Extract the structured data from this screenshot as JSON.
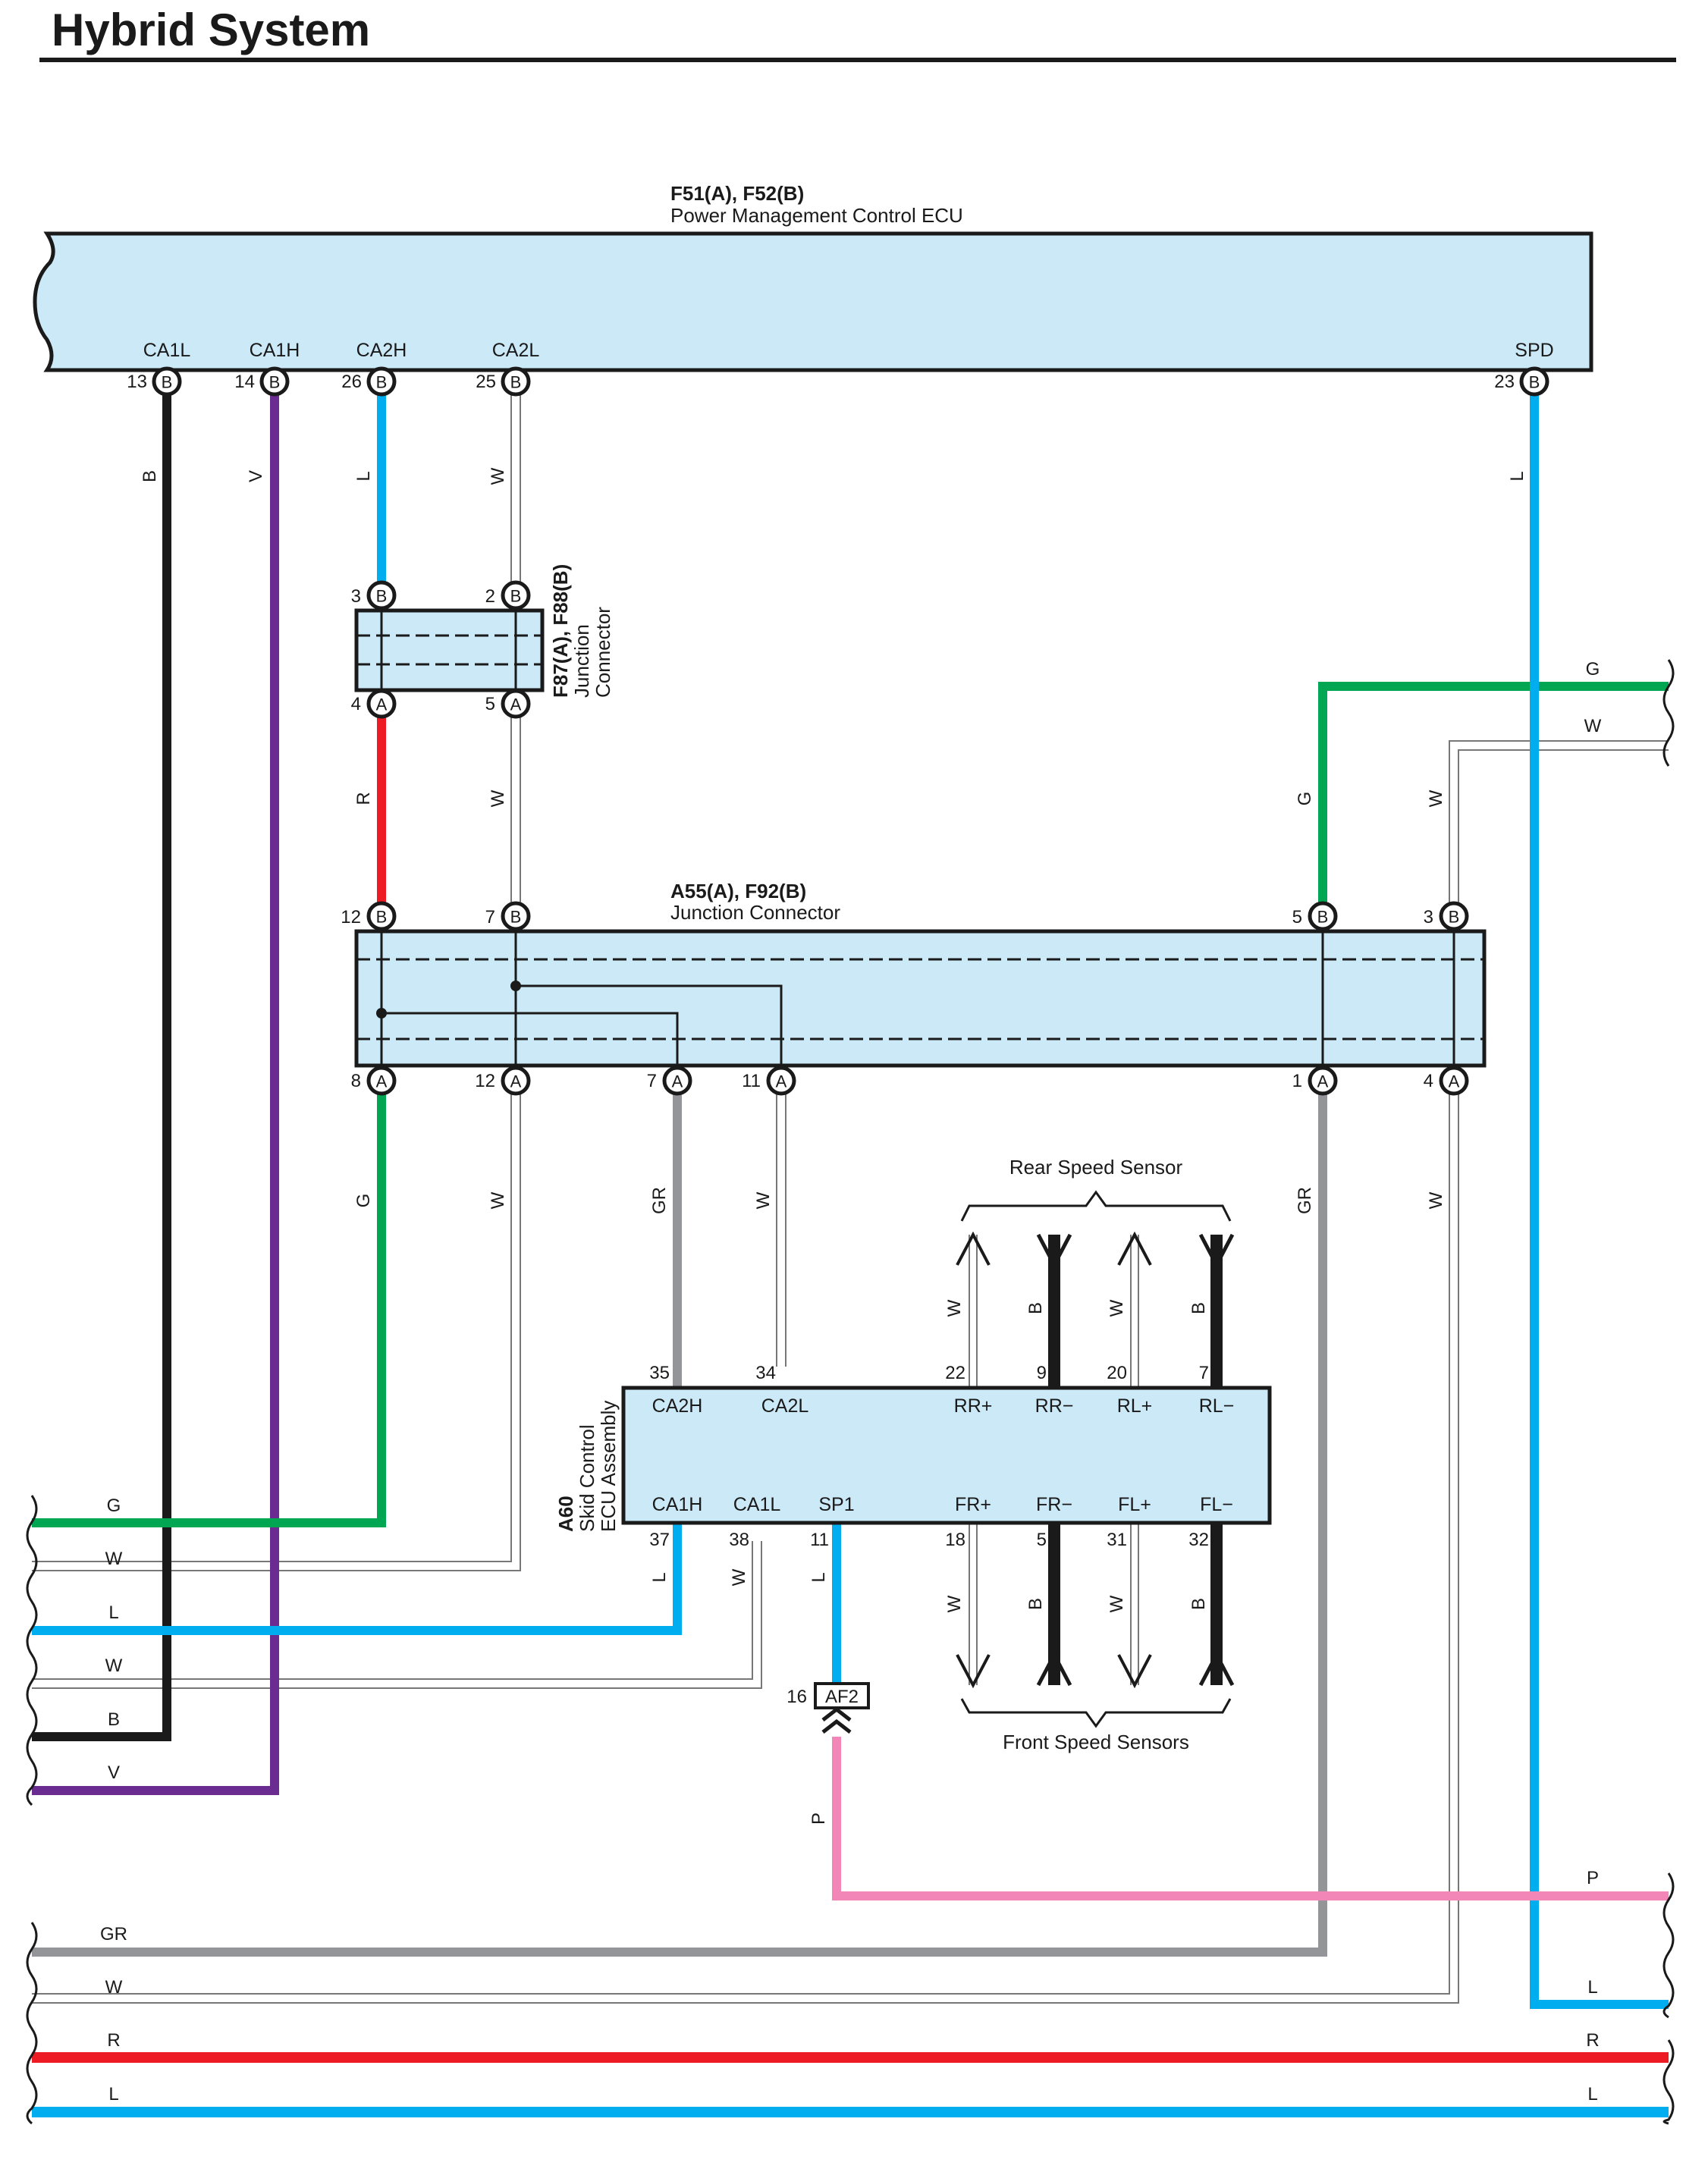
{
  "page": {
    "title": "Hybrid System"
  },
  "colors": {
    "B": "#1a1a1a",
    "V": "#6a2c91",
    "L": "#00aeef",
    "W": "#ffffff",
    "R": "#ed1c24",
    "G": "#00a651",
    "GR": "#939598",
    "P": "#f287b7",
    "box_fill": "#cce9f8"
  },
  "components": {
    "pmc_ecu": {
      "code": "F51(A), F52(B)",
      "name": "Power Management Control ECU",
      "terminals": [
        {
          "signal": "CA1L",
          "pin": "13",
          "connector": "B",
          "wire": "B"
        },
        {
          "signal": "CA1H",
          "pin": "14",
          "connector": "B",
          "wire": "V"
        },
        {
          "signal": "CA2H",
          "pin": "26",
          "connector": "B",
          "wire": "L"
        },
        {
          "signal": "CA2L",
          "pin": "25",
          "connector": "B",
          "wire": "W"
        },
        {
          "signal": "SPD",
          "pin": "23",
          "connector": "B",
          "wire": "L"
        }
      ]
    },
    "jc_f87": {
      "code": "F87(A), F88(B)",
      "name_line1": "Junction",
      "name_line2": "Connector",
      "pins_top": [
        {
          "pin": "3",
          "connector": "B"
        },
        {
          "pin": "2",
          "connector": "B"
        }
      ],
      "pins_bottom": [
        {
          "pin": "4",
          "connector": "A"
        },
        {
          "pin": "5",
          "connector": "A"
        }
      ]
    },
    "jc_a55": {
      "code": "A55(A), F92(B)",
      "name": "Junction Connector",
      "pins_top": [
        {
          "pin": "12",
          "connector": "B"
        },
        {
          "pin": "7",
          "connector": "B"
        },
        {
          "pin": "5",
          "connector": "B"
        },
        {
          "pin": "3",
          "connector": "B"
        }
      ],
      "pins_bottom": [
        {
          "pin": "8",
          "connector": "A"
        },
        {
          "pin": "12",
          "connector": "A"
        },
        {
          "pin": "7",
          "connector": "A"
        },
        {
          "pin": "11",
          "connector": "A"
        },
        {
          "pin": "1",
          "connector": "A"
        },
        {
          "pin": "4",
          "connector": "A"
        }
      ]
    },
    "skid_ecu": {
      "code": "A60",
      "name_line1": "Skid Control",
      "name_line2": "ECU Assembly",
      "top_terminals": [
        {
          "signal": "CA2H",
          "pin": "35"
        },
        {
          "signal": "CA2L",
          "pin": "34"
        },
        {
          "signal": "RR+",
          "pin": "22"
        },
        {
          "signal": "RR−",
          "pin": "9"
        },
        {
          "signal": "RL+",
          "pin": "20"
        },
        {
          "signal": "RL−",
          "pin": "7"
        }
      ],
      "bottom_terminals": [
        {
          "signal": "CA1H",
          "pin": "37"
        },
        {
          "signal": "CA1L",
          "pin": "38"
        },
        {
          "signal": "SP1",
          "pin": "11"
        },
        {
          "signal": "FR+",
          "pin": "18"
        },
        {
          "signal": "FR−",
          "pin": "5"
        },
        {
          "signal": "FL+",
          "pin": "31"
        },
        {
          "signal": "FL−",
          "pin": "32"
        }
      ]
    },
    "af2": {
      "pin": "16",
      "code": "AF2"
    },
    "rear_sensor": {
      "label": "Rear Speed Sensor"
    },
    "front_sensor": {
      "label": "Front Speed Sensors"
    }
  },
  "wire_labels": {
    "ecu_drops": [
      "B",
      "V",
      "L",
      "W",
      "L"
    ],
    "f87_lower": [
      "R",
      "W"
    ],
    "a55_upper": [
      "G",
      "W"
    ],
    "a55_lower": [
      "G",
      "W",
      "GR",
      "W",
      "GR",
      "W"
    ],
    "rear_sensor_wires": [
      "W",
      "B",
      "W",
      "B"
    ],
    "skid_lower": [
      "L",
      "W",
      "L"
    ],
    "front_sensor_wires": [
      "W",
      "B",
      "W",
      "B"
    ],
    "af2_lower": "P",
    "left_exits": [
      "G",
      "W",
      "L",
      "W",
      "B",
      "V",
      "GR",
      "W",
      "R",
      "L"
    ],
    "right_exits": [
      "G",
      "W",
      "P",
      "L",
      "R",
      "L"
    ]
  }
}
